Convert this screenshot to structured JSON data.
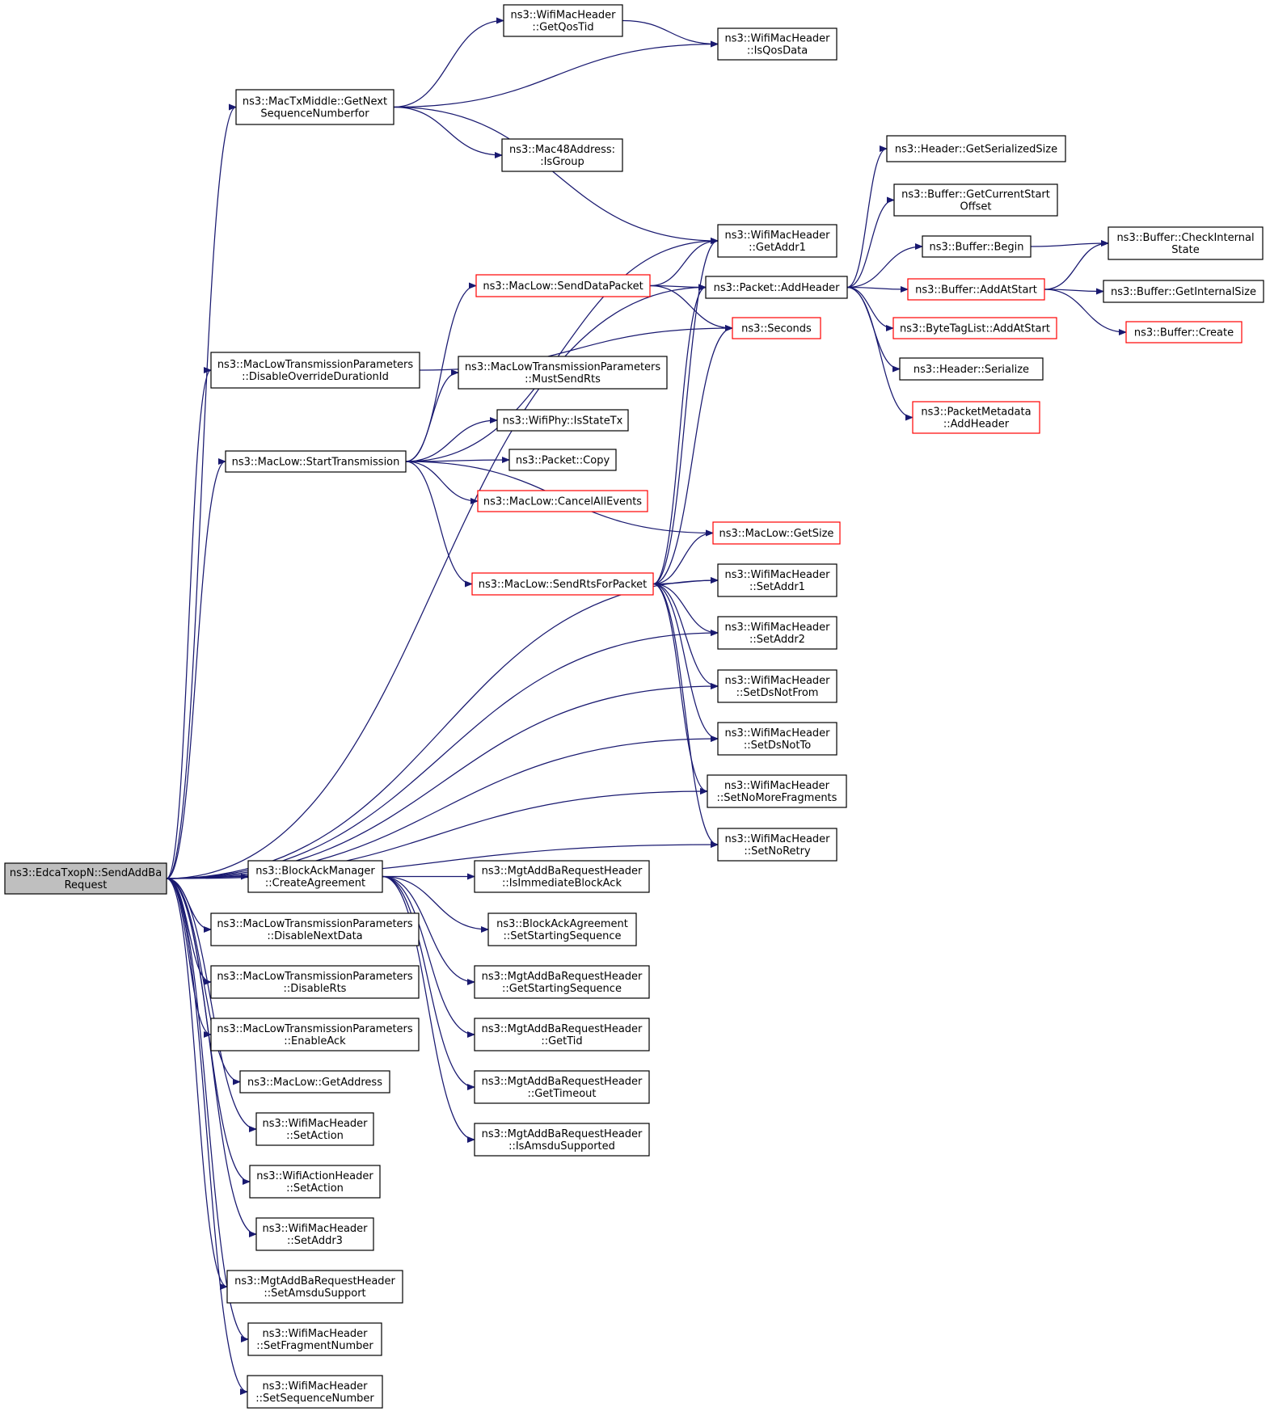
{
  "graph": {
    "root": "n_root",
    "nodes": [
      {
        "id": "n_root",
        "lines": [
          "ns3::EdcaTxopN::SendAddBa",
          "Request"
        ],
        "style": "root"
      },
      {
        "id": "n_getqostid",
        "lines": [
          "ns3::WifiMacHeader",
          "::GetQosTid"
        ],
        "style": "normal"
      },
      {
        "id": "n_isqosdata",
        "lines": [
          "ns3::WifiMacHeader",
          "::IsQosData"
        ],
        "style": "normal"
      },
      {
        "id": "n_getnextseq",
        "lines": [
          "ns3::MacTxMiddle::GetNext",
          "SequenceNumberfor"
        ],
        "style": "normal"
      },
      {
        "id": "n_isgroup",
        "lines": [
          "ns3::Mac48Address:",
          ":IsGroup"
        ],
        "style": "normal"
      },
      {
        "id": "n_getserialsize",
        "lines": [
          "ns3::Header::GetSerializedSize"
        ],
        "style": "normal"
      },
      {
        "id": "n_getcurstart",
        "lines": [
          "ns3::Buffer::GetCurrentStart",
          "Offset"
        ],
        "style": "normal"
      },
      {
        "id": "n_getaddr1",
        "lines": [
          "ns3::WifiMacHeader",
          "::GetAddr1"
        ],
        "style": "normal"
      },
      {
        "id": "n_begin",
        "lines": [
          "ns3::Buffer::Begin"
        ],
        "style": "normal"
      },
      {
        "id": "n_checkinternal",
        "lines": [
          "ns3::Buffer::CheckInternal",
          "State"
        ],
        "style": "normal"
      },
      {
        "id": "n_senddata",
        "lines": [
          "ns3::MacLow::SendDataPacket"
        ],
        "style": "red"
      },
      {
        "id": "n_addheader",
        "lines": [
          "ns3::Packet::AddHeader"
        ],
        "style": "normal"
      },
      {
        "id": "n_addatstart",
        "lines": [
          "ns3::Buffer::AddAtStart"
        ],
        "style": "red"
      },
      {
        "id": "n_getinternalsize",
        "lines": [
          "ns3::Buffer::GetInternalSize"
        ],
        "style": "normal"
      },
      {
        "id": "n_seconds",
        "lines": [
          "ns3::Seconds"
        ],
        "style": "red"
      },
      {
        "id": "n_bytetag",
        "lines": [
          "ns3::ByteTagList::AddAtStart"
        ],
        "style": "red"
      },
      {
        "id": "n_create",
        "lines": [
          "ns3::Buffer::Create"
        ],
        "style": "red"
      },
      {
        "id": "n_disableoverride",
        "lines": [
          "ns3::MacLowTransmissionParameters",
          "::DisableOverrideDurationId"
        ],
        "style": "normal"
      },
      {
        "id": "n_mustsendrts",
        "lines": [
          "ns3::MacLowTransmissionParameters",
          "::MustSendRts"
        ],
        "style": "normal"
      },
      {
        "id": "n_hserialize",
        "lines": [
          "ns3::Header::Serialize"
        ],
        "style": "normal"
      },
      {
        "id": "n_pmaddheader",
        "lines": [
          "ns3::PacketMetadata",
          "::AddHeader"
        ],
        "style": "red"
      },
      {
        "id": "n_isstatetx",
        "lines": [
          "ns3::WifiPhy::IsStateTx"
        ],
        "style": "normal"
      },
      {
        "id": "n_starttx",
        "lines": [
          "ns3::MacLow::StartTransmission"
        ],
        "style": "normal"
      },
      {
        "id": "n_copy",
        "lines": [
          "ns3::Packet::Copy"
        ],
        "style": "normal"
      },
      {
        "id": "n_cancelall",
        "lines": [
          "ns3::MacLow::CancelAllEvents"
        ],
        "style": "red"
      },
      {
        "id": "n_getsize",
        "lines": [
          "ns3::MacLow::GetSize"
        ],
        "style": "red"
      },
      {
        "id": "n_sendrts",
        "lines": [
          "ns3::MacLow::SendRtsForPacket"
        ],
        "style": "red"
      },
      {
        "id": "n_setaddr1",
        "lines": [
          "ns3::WifiMacHeader",
          "::SetAddr1"
        ],
        "style": "normal"
      },
      {
        "id": "n_setaddr2",
        "lines": [
          "ns3::WifiMacHeader",
          "::SetAddr2"
        ],
        "style": "normal"
      },
      {
        "id": "n_setdsnotfrom",
        "lines": [
          "ns3::WifiMacHeader",
          "::SetDsNotFrom"
        ],
        "style": "normal"
      },
      {
        "id": "n_setdsnotto",
        "lines": [
          "ns3::WifiMacHeader",
          "::SetDsNotTo"
        ],
        "style": "normal"
      },
      {
        "id": "n_setnomorefrag",
        "lines": [
          "ns3::WifiMacHeader",
          "::SetNoMoreFragments"
        ],
        "style": "normal"
      },
      {
        "id": "n_setnoretry",
        "lines": [
          "ns3::WifiMacHeader",
          "::SetNoRetry"
        ],
        "style": "normal"
      },
      {
        "id": "n_createagreement",
        "lines": [
          "ns3::BlockAckManager",
          "::CreateAgreement"
        ],
        "style": "normal"
      },
      {
        "id": "n_isimmediate",
        "lines": [
          "ns3::MgtAddBaRequestHeader",
          "::IsImmediateBlockAck"
        ],
        "style": "normal"
      },
      {
        "id": "n_disablenextdata",
        "lines": [
          "ns3::MacLowTransmissionParameters",
          "::DisableNextData"
        ],
        "style": "normal"
      },
      {
        "id": "n_setstartingseq",
        "lines": [
          "ns3::BlockAckAgreement",
          "::SetStartingSequence"
        ],
        "style": "normal"
      },
      {
        "id": "n_disablerts",
        "lines": [
          "ns3::MacLowTransmissionParameters",
          "::DisableRts"
        ],
        "style": "normal"
      },
      {
        "id": "n_getstartingseq",
        "lines": [
          "ns3::MgtAddBaRequestHeader",
          "::GetStartingSequence"
        ],
        "style": "normal"
      },
      {
        "id": "n_enableack",
        "lines": [
          "ns3::MacLowTransmissionParameters",
          "::EnableAck"
        ],
        "style": "normal"
      },
      {
        "id": "n_gettid",
        "lines": [
          "ns3::MgtAddBaRequestHeader",
          "::GetTid"
        ],
        "style": "normal"
      },
      {
        "id": "n_getaddress",
        "lines": [
          "ns3::MacLow::GetAddress"
        ],
        "style": "normal"
      },
      {
        "id": "n_gettimeout",
        "lines": [
          "ns3::MgtAddBaRequestHeader",
          "::GetTimeout"
        ],
        "style": "normal"
      },
      {
        "id": "n_setaction_mac",
        "lines": [
          "ns3::WifiMacHeader",
          "::SetAction"
        ],
        "style": "normal"
      },
      {
        "id": "n_isamsdu",
        "lines": [
          "ns3::MgtAddBaRequestHeader",
          "::IsAmsduSupported"
        ],
        "style": "normal"
      },
      {
        "id": "n_setaction_act",
        "lines": [
          "ns3::WifiActionHeader",
          "::SetAction"
        ],
        "style": "normal"
      },
      {
        "id": "n_setaddr3",
        "lines": [
          "ns3::WifiMacHeader",
          "::SetAddr3"
        ],
        "style": "normal"
      },
      {
        "id": "n_setamsdu",
        "lines": [
          "ns3::MgtAddBaRequestHeader",
          "::SetAmsduSupport"
        ],
        "style": "normal"
      },
      {
        "id": "n_setfragnum",
        "lines": [
          "ns3::WifiMacHeader",
          "::SetFragmentNumber"
        ],
        "style": "normal"
      },
      {
        "id": "n_setseqnum",
        "lines": [
          "ns3::WifiMacHeader",
          "::SetSequenceNumber"
        ],
        "style": "normal"
      }
    ],
    "edges": [
      {
        "from": "n_root",
        "to": "n_getnextseq"
      },
      {
        "from": "n_root",
        "to": "n_addheader"
      },
      {
        "from": "n_root",
        "to": "n_disableoverride"
      },
      {
        "from": "n_root",
        "to": "n_starttx"
      },
      {
        "from": "n_root",
        "to": "n_setaddr1"
      },
      {
        "from": "n_root",
        "to": "n_setaddr2"
      },
      {
        "from": "n_root",
        "to": "n_setdsnotfrom"
      },
      {
        "from": "n_root",
        "to": "n_setdsnotto"
      },
      {
        "from": "n_root",
        "to": "n_setnomorefrag"
      },
      {
        "from": "n_root",
        "to": "n_setnoretry"
      },
      {
        "from": "n_root",
        "to": "n_createagreement"
      },
      {
        "from": "n_root",
        "to": "n_disablenextdata"
      },
      {
        "from": "n_root",
        "to": "n_disablerts"
      },
      {
        "from": "n_root",
        "to": "n_enableack"
      },
      {
        "from": "n_root",
        "to": "n_getaddress"
      },
      {
        "from": "n_root",
        "to": "n_setaction_mac"
      },
      {
        "from": "n_root",
        "to": "n_setaction_act"
      },
      {
        "from": "n_root",
        "to": "n_setaddr3"
      },
      {
        "from": "n_root",
        "to": "n_setamsdu"
      },
      {
        "from": "n_root",
        "to": "n_setfragnum"
      },
      {
        "from": "n_root",
        "to": "n_setseqnum"
      },
      {
        "from": "n_getnextseq",
        "to": "n_getqostid"
      },
      {
        "from": "n_getnextseq",
        "to": "n_isqosdata"
      },
      {
        "from": "n_getnextseq",
        "to": "n_getaddr1"
      },
      {
        "from": "n_getnextseq",
        "to": "n_isgroup"
      },
      {
        "from": "n_getqostid",
        "to": "n_isqosdata"
      },
      {
        "from": "n_addheader",
        "to": "n_getserialsize"
      },
      {
        "from": "n_addheader",
        "to": "n_getcurstart"
      },
      {
        "from": "n_addheader",
        "to": "n_begin"
      },
      {
        "from": "n_addheader",
        "to": "n_addatstart"
      },
      {
        "from": "n_addheader",
        "to": "n_bytetag"
      },
      {
        "from": "n_addheader",
        "to": "n_hserialize"
      },
      {
        "from": "n_addheader",
        "to": "n_pmaddheader"
      },
      {
        "from": "n_begin",
        "to": "n_checkinternal"
      },
      {
        "from": "n_addatstart",
        "to": "n_checkinternal"
      },
      {
        "from": "n_addatstart",
        "to": "n_getinternalsize"
      },
      {
        "from": "n_addatstart",
        "to": "n_create"
      },
      {
        "from": "n_disableoverride",
        "to": "n_seconds"
      },
      {
        "from": "n_senddata",
        "to": "n_getaddr1"
      },
      {
        "from": "n_senddata",
        "to": "n_addheader"
      },
      {
        "from": "n_senddata",
        "to": "n_seconds"
      },
      {
        "from": "n_starttx",
        "to": "n_getaddr1"
      },
      {
        "from": "n_starttx",
        "to": "n_senddata"
      },
      {
        "from": "n_starttx",
        "to": "n_mustsendrts"
      },
      {
        "from": "n_starttx",
        "to": "n_isstatetx"
      },
      {
        "from": "n_starttx",
        "to": "n_copy"
      },
      {
        "from": "n_starttx",
        "to": "n_cancelall"
      },
      {
        "from": "n_starttx",
        "to": "n_getsize"
      },
      {
        "from": "n_starttx",
        "to": "n_sendrts"
      },
      {
        "from": "n_sendrts",
        "to": "n_getaddr1"
      },
      {
        "from": "n_sendrts",
        "to": "n_addheader"
      },
      {
        "from": "n_sendrts",
        "to": "n_seconds"
      },
      {
        "from": "n_sendrts",
        "to": "n_getsize"
      },
      {
        "from": "n_sendrts",
        "to": "n_setaddr1"
      },
      {
        "from": "n_sendrts",
        "to": "n_setaddr2"
      },
      {
        "from": "n_sendrts",
        "to": "n_setdsnotfrom"
      },
      {
        "from": "n_sendrts",
        "to": "n_setdsnotto"
      },
      {
        "from": "n_sendrts",
        "to": "n_setnomorefrag"
      },
      {
        "from": "n_sendrts",
        "to": "n_setnoretry"
      },
      {
        "from": "n_createagreement",
        "to": "n_isimmediate"
      },
      {
        "from": "n_createagreement",
        "to": "n_setstartingseq"
      },
      {
        "from": "n_createagreement",
        "to": "n_getstartingseq"
      },
      {
        "from": "n_createagreement",
        "to": "n_gettid"
      },
      {
        "from": "n_createagreement",
        "to": "n_gettimeout"
      },
      {
        "from": "n_createagreement",
        "to": "n_isamsdu"
      }
    ]
  },
  "colors": {
    "edge": "#191970",
    "node_border": "#000000",
    "node_border_truncated": "#ff0000",
    "root_fill": "#bfbfbf",
    "node_fill": "#ffffff"
  }
}
